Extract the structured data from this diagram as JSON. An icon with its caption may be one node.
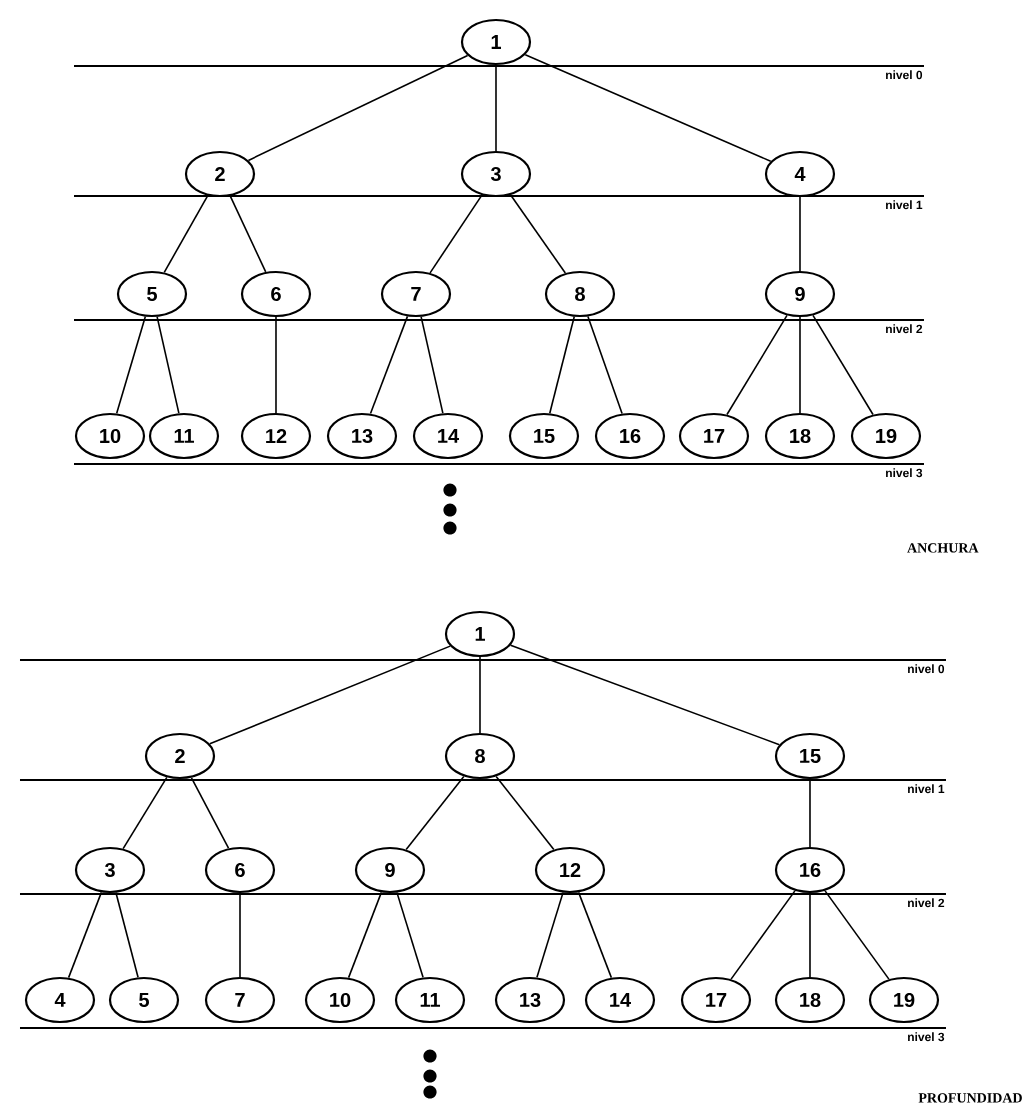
{
  "diagram": {
    "nodes": [
      {
        "text": [
          "1"
        ]
      },
      {
        "text": [
          "2"
        ]
      },
      {
        "text": [
          "3"
        ]
      },
      {
        "text": [
          "4"
        ]
      },
      {
        "text": [
          "5"
        ]
      },
      {
        "text": [
          "6"
        ]
      },
      {
        "text": [
          "7"
        ]
      },
      {
        "text": [
          "8"
        ]
      },
      {
        "text": [
          "9"
        ]
      },
      {
        "text": [
          "10"
        ]
      },
      {
        "text": [
          "11"
        ]
      },
      {
        "text": [
          "12"
        ]
      },
      {
        "text": [
          "13"
        ]
      },
      {
        "text": [
          "14"
        ]
      },
      {
        "text": [
          "15"
        ]
      },
      {
        "text": [
          "16"
        ]
      },
      {
        "text": [
          "17"
        ]
      },
      {
        "text": [
          "18"
        ]
      },
      {
        "text": [
          "19"
        ]
      },
      {
        "text": [
          "1"
        ]
      },
      {
        "text": [
          "2"
        ]
      },
      {
        "text": [
          "8"
        ]
      },
      {
        "text": [
          "15"
        ]
      },
      {
        "text": [
          "3"
        ]
      },
      {
        "text": [
          "6"
        ]
      },
      {
        "text": [
          "9"
        ]
      },
      {
        "text": [
          "12"
        ]
      },
      {
        "text": [
          "16"
        ]
      },
      {
        "text": [
          "4"
        ]
      },
      {
        "text": [
          "5"
        ]
      },
      {
        "text": [
          "7"
        ]
      },
      {
        "text": [
          "10"
        ]
      },
      {
        "text": [
          "11"
        ]
      },
      {
        "text": [
          "13"
        ]
      },
      {
        "text": [
          "14"
        ]
      },
      {
        "text": [
          "17"
        ]
      },
      {
        "text": [
          "18"
        ]
      },
      {
        "text": [
          "19"
        ]
      }
    ],
    "edges": [
      {
        "from": 0,
        "to": 1,
        "arrow": "none"
      },
      {
        "from": 0,
        "to": 2,
        "arrow": "none"
      },
      {
        "from": 0,
        "to": 3,
        "arrow": "none"
      },
      {
        "from": 1,
        "to": 4,
        "arrow": "none"
      },
      {
        "from": 1,
        "to": 5,
        "arrow": "none"
      },
      {
        "from": 2,
        "to": 6,
        "arrow": "none"
      },
      {
        "from": 2,
        "to": 7,
        "arrow": "none"
      },
      {
        "from": 3,
        "to": 8,
        "arrow": "none"
      },
      {
        "from": 4,
        "to": 9,
        "arrow": "none"
      },
      {
        "from": 4,
        "to": 10,
        "arrow": "none"
      },
      {
        "from": 5,
        "to": 11,
        "arrow": "none"
      },
      {
        "from": 6,
        "to": 12,
        "arrow": "none"
      },
      {
        "from": 6,
        "to": 13,
        "arrow": "none"
      },
      {
        "from": 7,
        "to": 14,
        "arrow": "none"
      },
      {
        "from": 7,
        "to": 15,
        "arrow": "none"
      },
      {
        "from": 8,
        "to": 16,
        "arrow": "none"
      },
      {
        "from": 8,
        "to": 17,
        "arrow": "none"
      },
      {
        "from": 8,
        "to": 18,
        "arrow": "none"
      },
      {
        "from": 19,
        "to": 20,
        "arrow": "none"
      },
      {
        "from": 19,
        "to": 21,
        "arrow": "none"
      },
      {
        "from": 19,
        "to": 22,
        "arrow": "none"
      },
      {
        "from": 20,
        "to": 23,
        "arrow": "none"
      },
      {
        "from": 20,
        "to": 24,
        "arrow": "none"
      },
      {
        "from": 21,
        "to": 25,
        "arrow": "none"
      },
      {
        "from": 21,
        "to": 26,
        "arrow": "none"
      },
      {
        "from": 22,
        "to": 27,
        "arrow": "none"
      },
      {
        "from": 23,
        "to": 28,
        "arrow": "none"
      },
      {
        "from": 23,
        "to": 29,
        "arrow": "none"
      },
      {
        "from": 24,
        "to": 30,
        "arrow": "none"
      },
      {
        "from": 25,
        "to": 31,
        "arrow": "none"
      },
      {
        "from": 25,
        "to": 32,
        "arrow": "none"
      },
      {
        "from": 26,
        "to": 33,
        "arrow": "none"
      },
      {
        "from": 26,
        "to": 34,
        "arrow": "none"
      },
      {
        "from": 27,
        "to": 35,
        "arrow": "none"
      },
      {
        "from": 27,
        "to": 36,
        "arrow": "none"
      },
      {
        "from": 27,
        "to": 37,
        "arrow": "none"
      }
    ],
    "labels": [
      "nivel 0",
      "nivel 1",
      "nivel 2",
      "nivel 3",
      "ANCHURA",
      "nivel 0",
      "nivel 1",
      "nivel 2",
      "nivel 3",
      "PROFUNDIDAD"
    ]
  }
}
